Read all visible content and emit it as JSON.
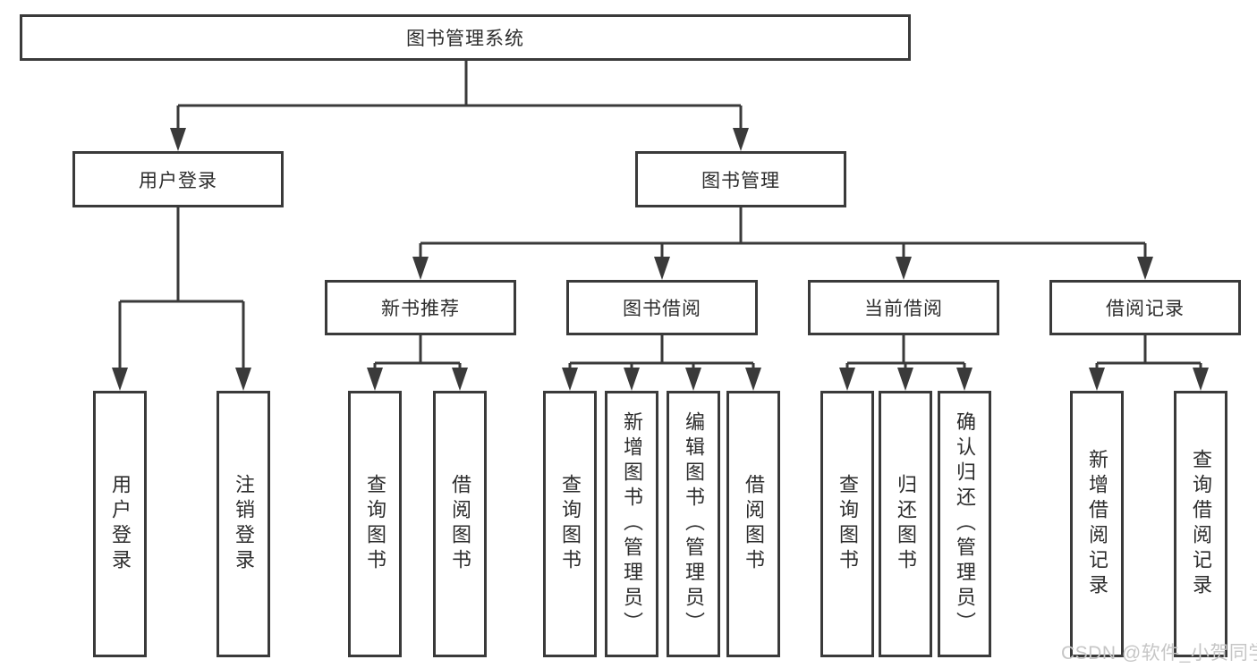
{
  "title": "图书管理系统",
  "watermark": "CSDN @软件_小贺同学",
  "colors": {
    "line": "#3a3a3a",
    "text": "#2d2d2d",
    "watermark-color": "#c6c6c6",
    "bg": "#ffffff"
  },
  "icons": {
    "arrow": "solid-triangle-down"
  },
  "tree": {
    "branches": [
      {
        "label": "用户登录",
        "children": [
          "用户登录",
          "注销登录"
        ]
      },
      {
        "label": "图书管理",
        "children": [
          {
            "label": "新书推荐",
            "children": [
              "查询图书",
              "借阅图书"
            ]
          },
          {
            "label": "图书借阅",
            "children": [
              "查询图书",
              "新增图书（管理员）",
              "编辑图书（管理员）",
              "借阅图书"
            ]
          },
          {
            "label": "当前借阅",
            "children": [
              "查询图书",
              "归还图书",
              "确认归还（管理员）"
            ]
          },
          {
            "label": "借阅记录",
            "children": [
              "新增借阅记录",
              "查询借阅记录"
            ]
          }
        ]
      }
    ]
  }
}
